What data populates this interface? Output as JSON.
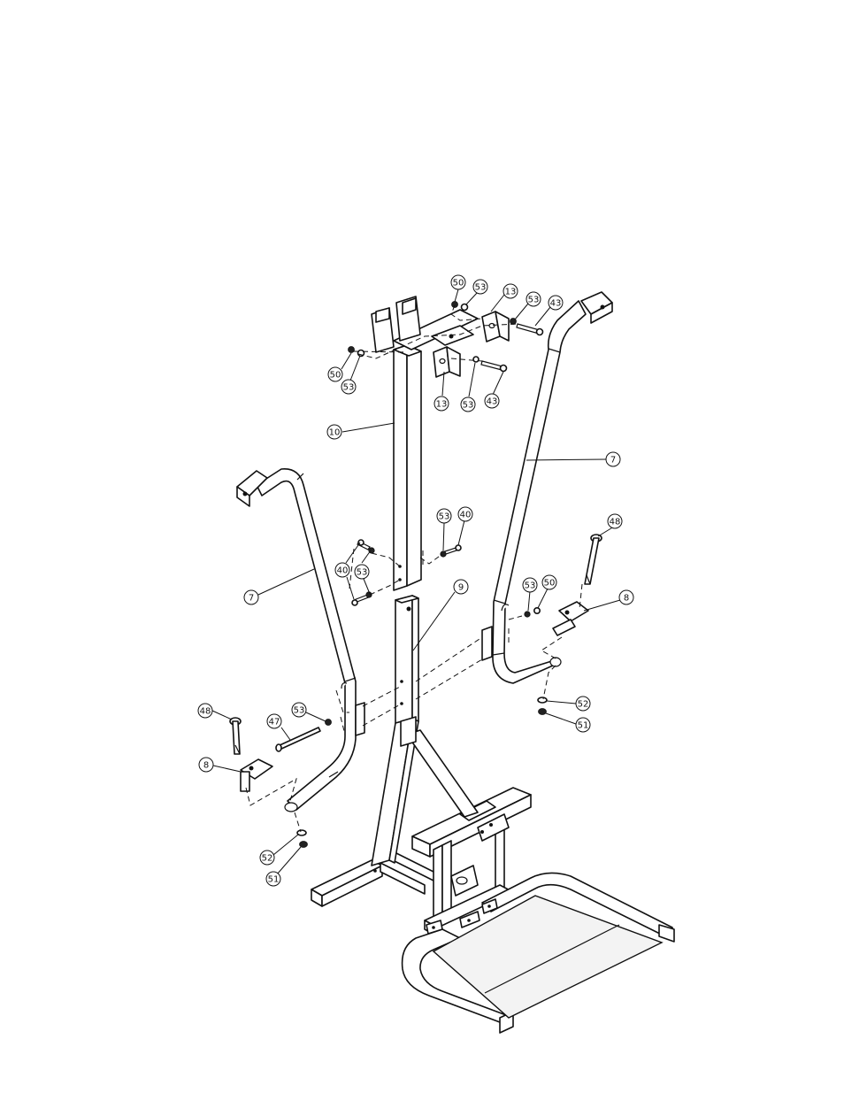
{
  "callouts": [
    {
      "id": "c50a",
      "label": "50"
    },
    {
      "id": "c53a",
      "label": "53"
    },
    {
      "id": "c13a",
      "label": "13"
    },
    {
      "id": "c53b",
      "label": "53"
    },
    {
      "id": "c43a",
      "label": "43"
    },
    {
      "id": "c50b",
      "label": "50"
    },
    {
      "id": "c53c",
      "label": "53"
    },
    {
      "id": "c13b",
      "label": "13"
    },
    {
      "id": "c53d",
      "label": "53"
    },
    {
      "id": "c43b",
      "label": "43"
    },
    {
      "id": "c10",
      "label": "10"
    },
    {
      "id": "c7a",
      "label": "7"
    },
    {
      "id": "c7b",
      "label": "7"
    },
    {
      "id": "c53e",
      "label": "53"
    },
    {
      "id": "c40a",
      "label": "40"
    },
    {
      "id": "c40b",
      "label": "40"
    },
    {
      "id": "c53f",
      "label": "53"
    },
    {
      "id": "c48a",
      "label": "48"
    },
    {
      "id": "c9",
      "label": "9"
    },
    {
      "id": "c53g",
      "label": "53"
    },
    {
      "id": "c50c",
      "label": "50"
    },
    {
      "id": "c8a",
      "label": "8"
    },
    {
      "id": "c52a",
      "label": "52"
    },
    {
      "id": "c51a",
      "label": "51"
    },
    {
      "id": "c48b",
      "label": "48"
    },
    {
      "id": "c47",
      "label": "47"
    },
    {
      "id": "c53h",
      "label": "53"
    },
    {
      "id": "c8b",
      "label": "8"
    },
    {
      "id": "c52b",
      "label": "52"
    },
    {
      "id": "c51b",
      "label": "51"
    }
  ]
}
